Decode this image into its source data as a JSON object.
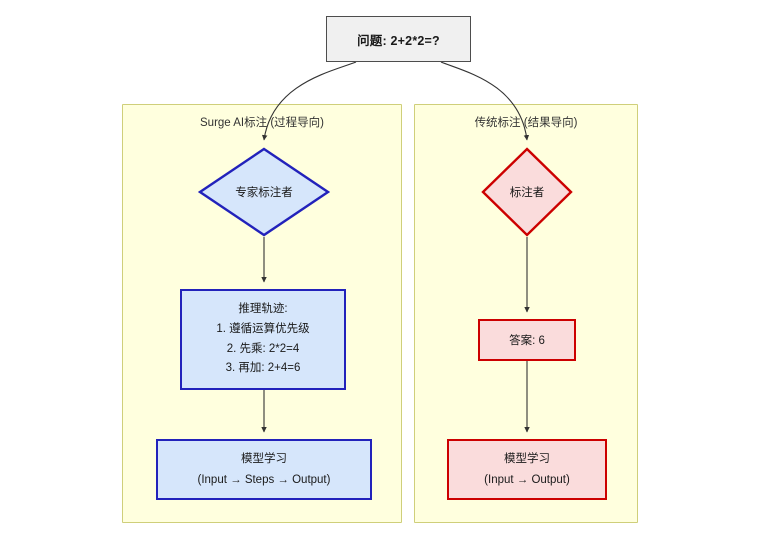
{
  "diagram": {
    "type": "flowchart",
    "direction": "top-down",
    "background": "#ffffff",
    "question": {
      "label": "问题: 2+2*2=?",
      "fill": "#f0f0f0",
      "stroke": "#4d4d4d"
    },
    "clusters": [
      {
        "id": "surge",
        "title": "Surge AI标注 (过程导向)",
        "fill": "#ffffde",
        "stroke": "#cfcf7a",
        "accent": "#2222bb",
        "node_fill": "#d6e6fb"
      },
      {
        "id": "traditional",
        "title": "传统标注 (结果导向)",
        "fill": "#ffffde",
        "stroke": "#cfcf7a",
        "accent": "#cc0000",
        "node_fill": "#fadcdc"
      }
    ],
    "nodes": {
      "expert_annotator": {
        "label": "专家标注者",
        "shape": "diamond"
      },
      "annotator": {
        "label": "标注者",
        "shape": "diamond"
      },
      "reasoning": {
        "shape": "rect",
        "title": "推理轨迹:",
        "steps": [
          "1. 遵循运算优先级",
          "2. 先乘: 2*2=4",
          "3. 再加: 2+4=6"
        ]
      },
      "answer": {
        "label": "答案: 6",
        "shape": "rect"
      },
      "model_learning_left": {
        "shape": "rect",
        "title": "模型学习",
        "subtitle": "(Input → Steps → Output)"
      },
      "model_learning_right": {
        "shape": "rect",
        "title": "模型学习",
        "subtitle": "(Input → Output)"
      }
    },
    "edges": {
      "stroke": "#333333",
      "arrowhead": "solid-triangle",
      "list": [
        {
          "from": "question",
          "to": "expert_annotator",
          "style": "curved"
        },
        {
          "from": "question",
          "to": "annotator",
          "style": "curved"
        },
        {
          "from": "expert_annotator",
          "to": "reasoning",
          "style": "straight"
        },
        {
          "from": "reasoning",
          "to": "model_learning_left",
          "style": "straight"
        },
        {
          "from": "annotator",
          "to": "answer",
          "style": "straight"
        },
        {
          "from": "answer",
          "to": "model_learning_right",
          "style": "straight"
        }
      ]
    }
  }
}
